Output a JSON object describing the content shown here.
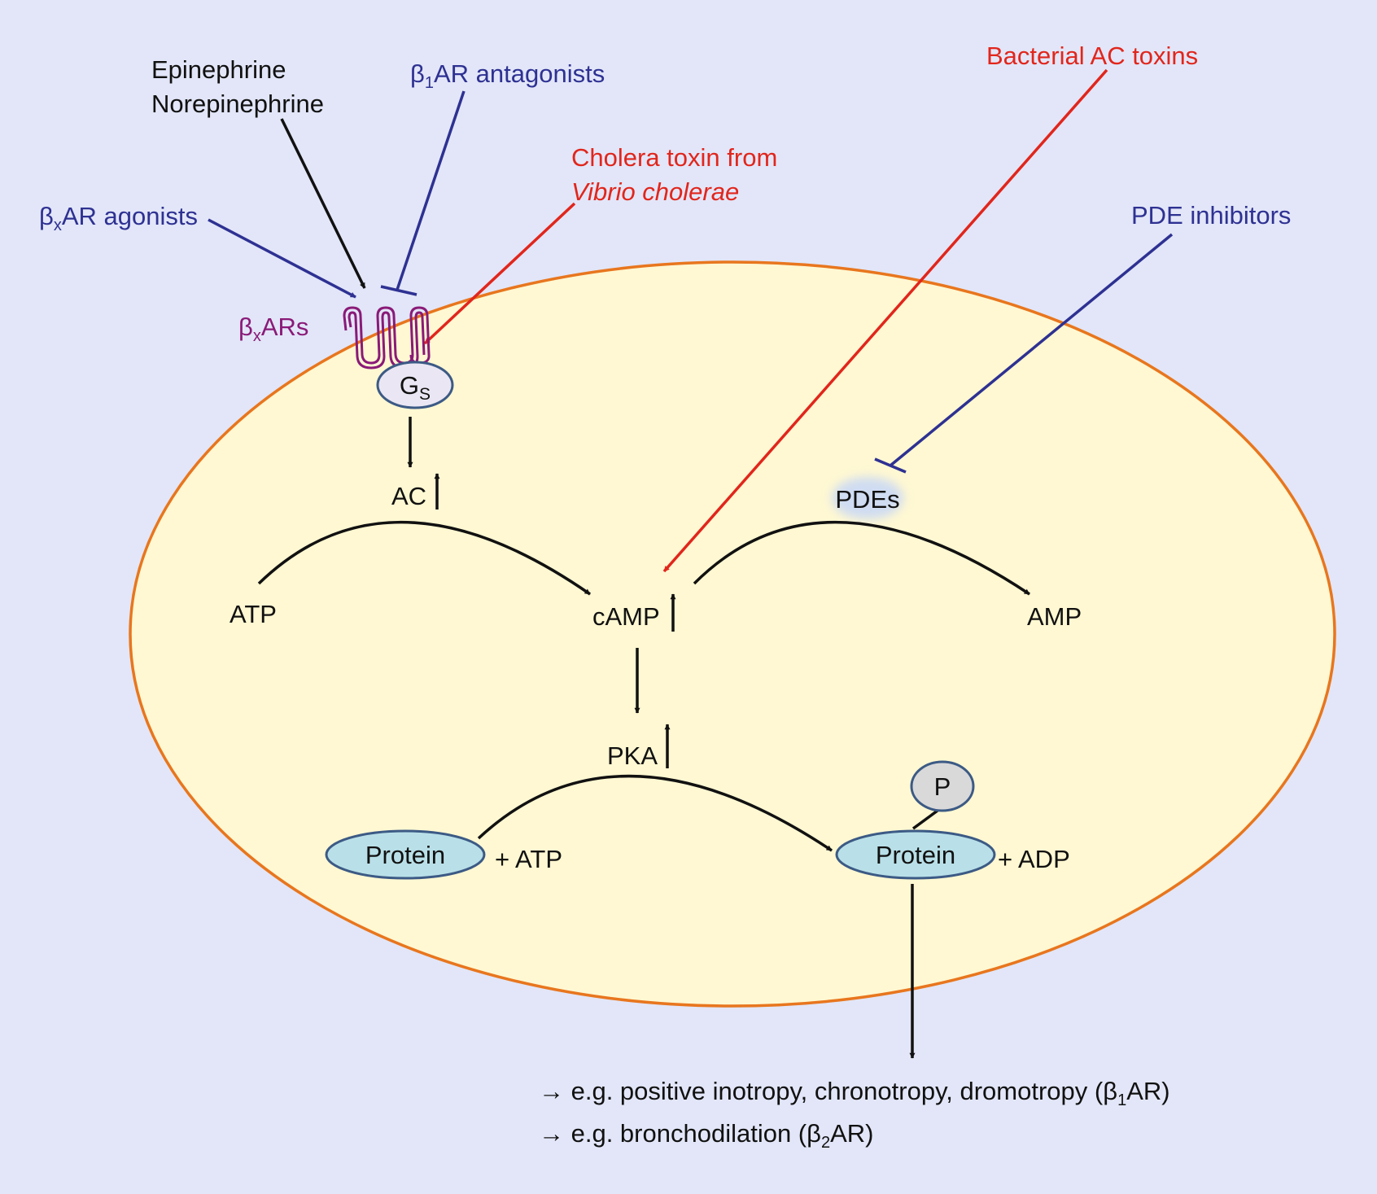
{
  "colors": {
    "background": "#e2e6f8",
    "cell_fill": "#fff8d2",
    "cell_border": "#e8761e",
    "black": "#111111",
    "blue": "#2e3192",
    "red": "#e1261c",
    "purple": "#8a1a78",
    "protein_fill": "#b9e0e8",
    "node_border": "#3c5a85",
    "gs_fill": "#eae6f3",
    "p_fill": "#d9d9d9",
    "pdes_glow": "#cfdcf2"
  },
  "labels": {
    "epinephrine": "Epinephrine",
    "norepinephrine": "Norepinephrine",
    "beta1_antagonists": {
      "greek": "β",
      "sub": "1",
      "text": "AR antagonists"
    },
    "betax_agonists": {
      "greek": "β",
      "sub": "x",
      "text": "AR agonists"
    },
    "cholera_line1": "Cholera toxin from",
    "cholera_line2": "Vibrio cholerae",
    "bacterial_ac_toxins": "Bacterial AC toxins",
    "pde_inhibitors": "PDE inhibitors",
    "betax_ars": {
      "greek": "β",
      "sub": "x",
      "text": "ARs"
    },
    "gs": {
      "main": "G",
      "sub": "S"
    },
    "ac": "AC",
    "atp": "ATP",
    "camp": "cAMP",
    "amp": "AMP",
    "pdes": "PDEs",
    "pka": "PKA",
    "protein_left": "Protein",
    "plus_atp": "+ ATP",
    "protein_right": "Protein",
    "plus_adp": "+ ADP",
    "phosphate": "P",
    "outcome1": {
      "prefix": "→  e.g. positive inotropy, chronotropy, dromotropy (",
      "greek": "β",
      "sub": "1",
      "suffix": "AR)"
    },
    "outcome2": {
      "prefix": "→  e.g. bronchodilation (",
      "greek": "β",
      "sub": "2",
      "suffix": "AR)"
    }
  }
}
